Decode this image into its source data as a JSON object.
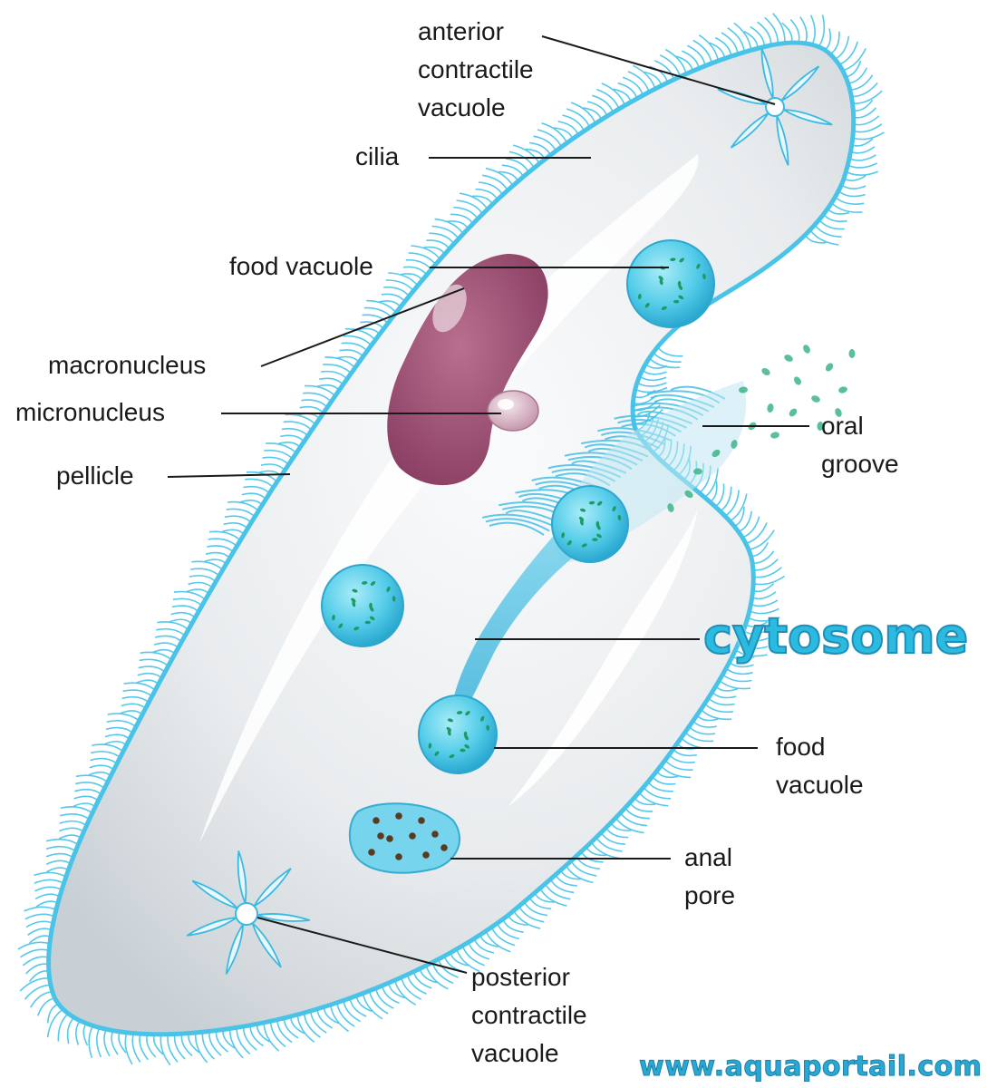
{
  "labels": {
    "anterior_contractile_vacuole": [
      "anterior",
      "contractile",
      "vacuole"
    ],
    "cilia": "cilia",
    "food_vacuole_top": "food vacuole",
    "macronucleus": "macronucleus",
    "micronucleus": "micronucleus",
    "pellicle": "pellicle",
    "oral_groove": [
      "oral",
      "groove"
    ],
    "cytosome": "cytosome",
    "food_vacuole_bottom": [
      "food",
      "vacuole"
    ],
    "anal_pore": [
      "anal",
      "pore"
    ],
    "posterior_contractile_vacuole": [
      "posterior",
      "contractile",
      "vacuole"
    ]
  },
  "watermark": "www.aquaportail.com",
  "colors": {
    "cilia": "#3fc0e6",
    "body_fill": "#dfe3e6",
    "vacuole": "#4fcbe8",
    "macronucleus": "#9a4f72",
    "leader_line": "#1a1a1a"
  }
}
